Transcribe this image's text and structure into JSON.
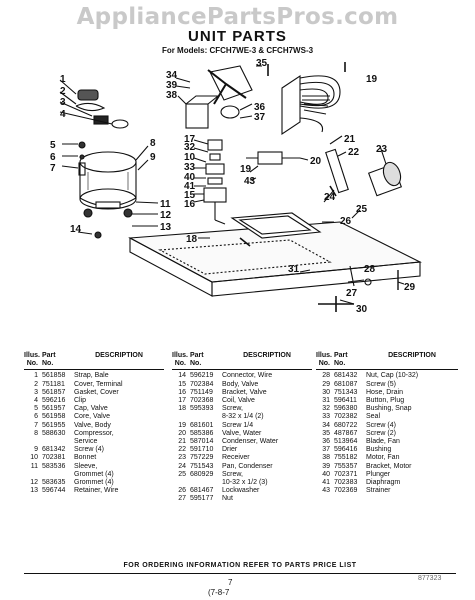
{
  "watermark": "AppliancePartsPros.com",
  "title": "UNIT PARTS",
  "subtitle": "For Models: CFCH7WE-3 & CFCH7WS-3",
  "callouts": [
    "35",
    "19",
    "34",
    "39",
    "38",
    "36",
    "37",
    "1",
    "2",
    "3",
    "4",
    "17",
    "32",
    "10",
    "33",
    "40",
    "41",
    "15",
    "16",
    "19",
    "43",
    "20",
    "21",
    "22",
    "23",
    "5",
    "6",
    "7",
    "8",
    "9",
    "11",
    "12",
    "13",
    "14",
    "18",
    "24",
    "26",
    "25",
    "31",
    "28",
    "29",
    "27",
    "30"
  ],
  "table_headers": {
    "illus_no": "Illus.\nNo.",
    "part_no": "Part\nNo.",
    "description": "DESCRIPTION"
  },
  "parts_columns": [
    [
      {
        "no": "1",
        "part": "561858",
        "desc": "Strap, Bale"
      },
      {
        "no": "2",
        "part": "751181",
        "desc": "Cover, Terminal"
      },
      {
        "no": "3",
        "part": "561857",
        "desc": "Gasket, Cover"
      },
      {
        "no": "4",
        "part": "596216",
        "desc": "Clip"
      },
      {
        "no": "5",
        "part": "561957",
        "desc": "Cap, Valve"
      },
      {
        "no": "6",
        "part": "561958",
        "desc": "Core, Valve"
      },
      {
        "no": "7",
        "part": "561955",
        "desc": "Valve, Body"
      },
      {
        "no": "8",
        "part": "588630",
        "desc": "Compressor,\nService"
      },
      {
        "no": "9",
        "part": "681342",
        "desc": "Screw (4)"
      },
      {
        "no": "10",
        "part": "702381",
        "desc": "Bonnet"
      },
      {
        "no": "11",
        "part": "583536",
        "desc": "Sleeve,\nGrommet (4)"
      },
      {
        "no": "12",
        "part": "583635",
        "desc": "Grommet (4)"
      },
      {
        "no": "13",
        "part": "596744",
        "desc": "Retainer, Wire"
      }
    ],
    [
      {
        "no": "14",
        "part": "596219",
        "desc": "Connector, Wire"
      },
      {
        "no": "15",
        "part": "702384",
        "desc": "Body, Valve"
      },
      {
        "no": "16",
        "part": "751149",
        "desc": "Bracket, Valve"
      },
      {
        "no": "17",
        "part": "702368",
        "desc": "Coil, Valve"
      },
      {
        "no": "18",
        "part": "595393",
        "desc": "Screw,\n8-32 x 1/4 (2)"
      },
      {
        "no": "19",
        "part": "681601",
        "desc": "Screw 1/4"
      },
      {
        "no": "20",
        "part": "585386",
        "desc": "Valve, Water"
      },
      {
        "no": "21",
        "part": "587014",
        "desc": "Condenser, Water"
      },
      {
        "no": "22",
        "part": "591710",
        "desc": "Drier"
      },
      {
        "no": "23",
        "part": "757229",
        "desc": "Receiver"
      },
      {
        "no": "24",
        "part": "751543",
        "desc": "Pan, Condenser"
      },
      {
        "no": "25",
        "part": "680929",
        "desc": "Screw,\n10-32 x 1/2 (3)"
      },
      {
        "no": "26",
        "part": "681467",
        "desc": "Lockwasher"
      },
      {
        "no": "27",
        "part": "595177",
        "desc": "Nut"
      }
    ],
    [
      {
        "no": "28",
        "part": "681432",
        "desc": "Nut, Cap (10-32)"
      },
      {
        "no": "29",
        "part": "681087",
        "desc": "Screw (5)"
      },
      {
        "no": "30",
        "part": "751343",
        "desc": "Hose, Drain"
      },
      {
        "no": "31",
        "part": "596411",
        "desc": "Button, Plug"
      },
      {
        "no": "32",
        "part": "596380",
        "desc": "Bushing, Snap"
      },
      {
        "no": "33",
        "part": "702382",
        "desc": "Seal"
      },
      {
        "no": "34",
        "part": "680722",
        "desc": "Screw (4)"
      },
      {
        "no": "35",
        "part": "487867",
        "desc": "Screw (2)"
      },
      {
        "no": "36",
        "part": "513964",
        "desc": "Blade, Fan"
      },
      {
        "no": "37",
        "part": "596416",
        "desc": "Bushing"
      },
      {
        "no": "38",
        "part": "755182",
        "desc": "Motor, Fan"
      },
      {
        "no": "39",
        "part": "755357",
        "desc": "Bracket, Motor"
      },
      {
        "no": "40",
        "part": "702371",
        "desc": "Plunger"
      },
      {
        "no": "41",
        "part": "702383",
        "desc": "Diaphragm"
      },
      {
        "no": "43",
        "part": "702369",
        "desc": "Strainer"
      }
    ]
  ],
  "footer": "FOR ORDERING INFORMATION REFER TO PARTS PRICE LIST",
  "page_number": "7",
  "page_code": "(7-8-7",
  "doc_code": "877323"
}
